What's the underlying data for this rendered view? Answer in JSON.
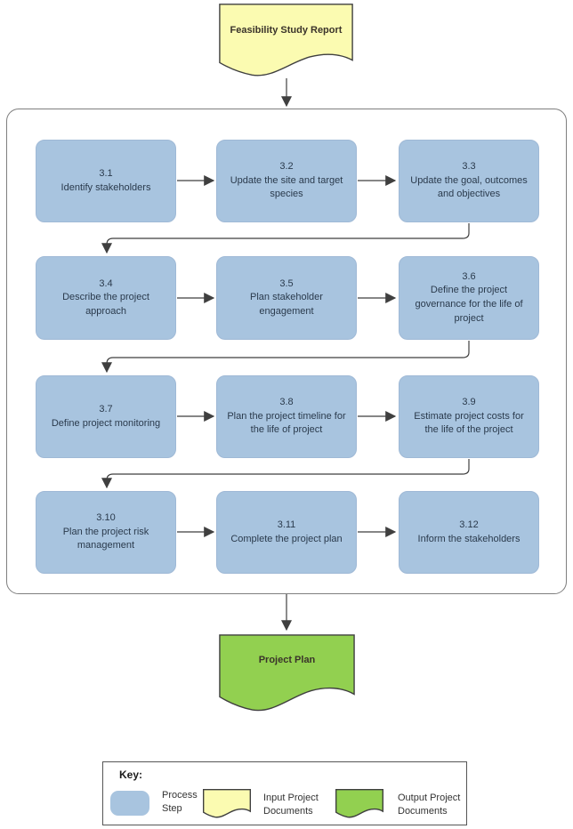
{
  "input_document": {
    "label": "Feasibility Study Report"
  },
  "output_document": {
    "label": "Project Plan"
  },
  "process": {
    "steps": [
      {
        "number": "3.1",
        "label": "Identify stakeholders"
      },
      {
        "number": "3.2",
        "label": "Update the site and target species"
      },
      {
        "number": "3.3",
        "label": "Update the goal, outcomes and objectives"
      },
      {
        "number": "3.4",
        "label": "Describe the project approach"
      },
      {
        "number": "3.5",
        "label": "Plan stakeholder engagement"
      },
      {
        "number": "3.6",
        "label": "Define the project governance for the life of project"
      },
      {
        "number": "3.7",
        "label": "Define project monitoring"
      },
      {
        "number": "3.8",
        "label": "Plan the project timeline for the life of project"
      },
      {
        "number": "3.9",
        "label": "Estimate project costs for the life of the project"
      },
      {
        "number": "3.10",
        "label": "Plan the project risk management"
      },
      {
        "number": "3.11",
        "label": "Complete the project plan"
      },
      {
        "number": "3.12",
        "label": "Inform the stakeholders"
      }
    ]
  },
  "key": {
    "title": "Key:",
    "items": [
      {
        "label": "Process Step"
      },
      {
        "label": "Input Project Documents"
      },
      {
        "label": "Output Project Documents"
      }
    ]
  },
  "colors": {
    "process_step": "#A8C4DF",
    "input_document": "#FBFBB1",
    "output_document": "#92D050",
    "connector": "#3F3F3F"
  }
}
